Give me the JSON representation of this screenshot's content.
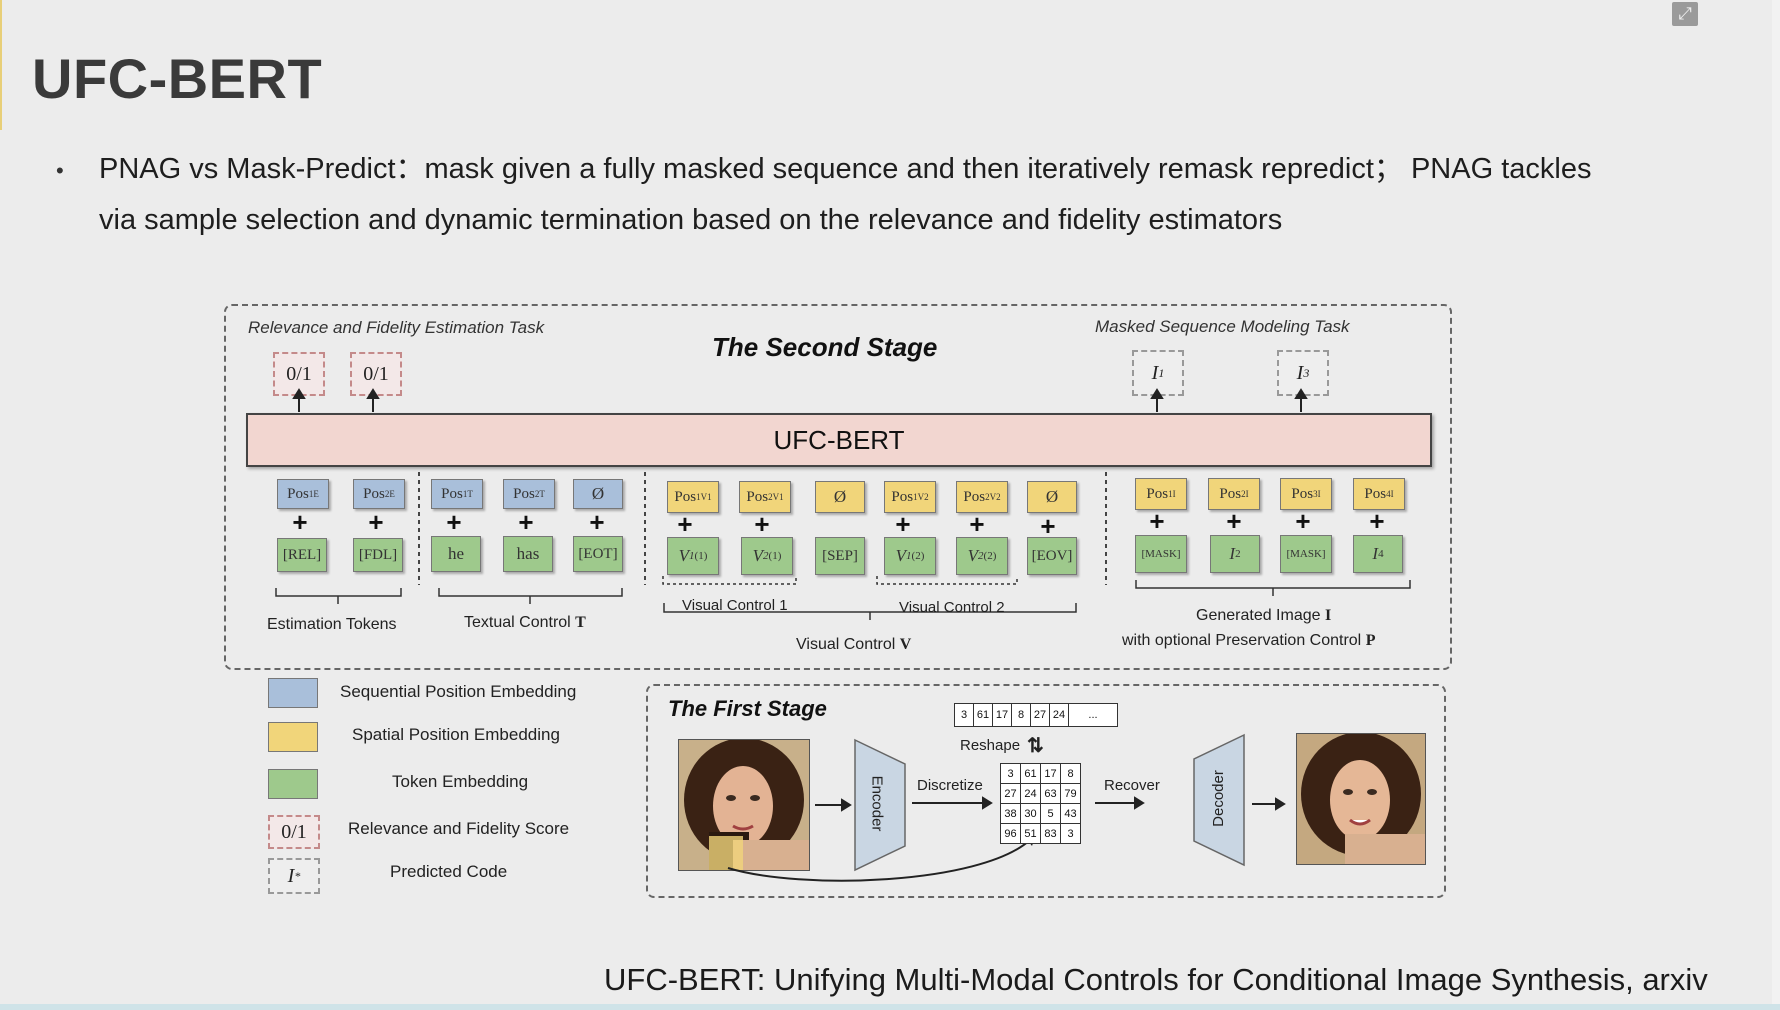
{
  "slide": {
    "title": "UFC-BERT",
    "bullet": "PNAG vs Mask-Predict：mask given a fully masked sequence and then iteratively remask repredict； PNAG tackles via sample selection and dynamic termination based on the relevance and fidelity estimators",
    "citation": "UFC-BERT: Unifying Multi-Modal Controls for Conditional Image Synthesis, arxiv"
  },
  "diagram": {
    "second_stage": {
      "title": "The Second Stage",
      "left_task": "Relevance and Fidelity Estimation Task",
      "right_task": "Masked Sequence Modeling Task",
      "model_label": "UFC-BERT",
      "outputs_left": [
        "0/1",
        "0/1"
      ],
      "outputs_right": [
        "I1",
        "I3"
      ],
      "estimation": {
        "pos": [
          "Pos1E",
          "Pos2E"
        ],
        "tokens": [
          "[REL]",
          "[FDL]"
        ],
        "caption": "Estimation Tokens"
      },
      "textual": {
        "pos": [
          "Pos1T",
          "Pos2T",
          "Ø"
        ],
        "tokens": [
          "he",
          "has",
          "[EOT]"
        ],
        "caption": "Textual Control",
        "caption_symbol": "T"
      },
      "visual": {
        "pos": [
          "Pos1V1",
          "Pos2V1",
          "Ø",
          "Pos1V2",
          "Pos2V2",
          "Ø"
        ],
        "tokens": [
          "V1(1)",
          "V2(1)",
          "[SEP]",
          "V1(2)",
          "V2(2)",
          "[EOV]"
        ],
        "sub_captions": [
          "Visual Control 1",
          "Visual Control 2"
        ],
        "caption": "Visual Control",
        "caption_symbol": "V"
      },
      "generated": {
        "pos": [
          "Pos1I",
          "Pos2I",
          "Pos3I",
          "Pos4I"
        ],
        "tokens": [
          "[MASK]",
          "I2",
          "[MASK]",
          "I4"
        ],
        "caption_line1": "Generated Image",
        "caption_symbol1": "I",
        "caption_line2": "with optional Preservation Control",
        "caption_symbol2": "P"
      }
    },
    "legend": [
      {
        "label": "Sequential Position Embedding",
        "color": "#a9bfda"
      },
      {
        "label": "Spatial Position Embedding",
        "color": "#f1d57a"
      },
      {
        "label": "Token Embedding",
        "color": "#9ec98c"
      },
      {
        "label": "Relevance and Fidelity Score",
        "sample": "0/1"
      },
      {
        "label": "Predicted Code",
        "sample": "I*"
      }
    ],
    "first_stage": {
      "title": "The First Stage",
      "sequence": [
        "3",
        "61",
        "17",
        "8",
        "27",
        "24",
        "..."
      ],
      "reshape_label": "Reshape",
      "encoder_label": "Encoder",
      "decoder_label": "Decoder",
      "discretize_label": "Discretize",
      "recover_label": "Recover",
      "grid": [
        [
          "3",
          "61",
          "17",
          "8"
        ],
        [
          "27",
          "24",
          "63",
          "79"
        ],
        [
          "38",
          "30",
          "5",
          "43"
        ],
        [
          "96",
          "51",
          "83",
          "3"
        ]
      ]
    }
  }
}
